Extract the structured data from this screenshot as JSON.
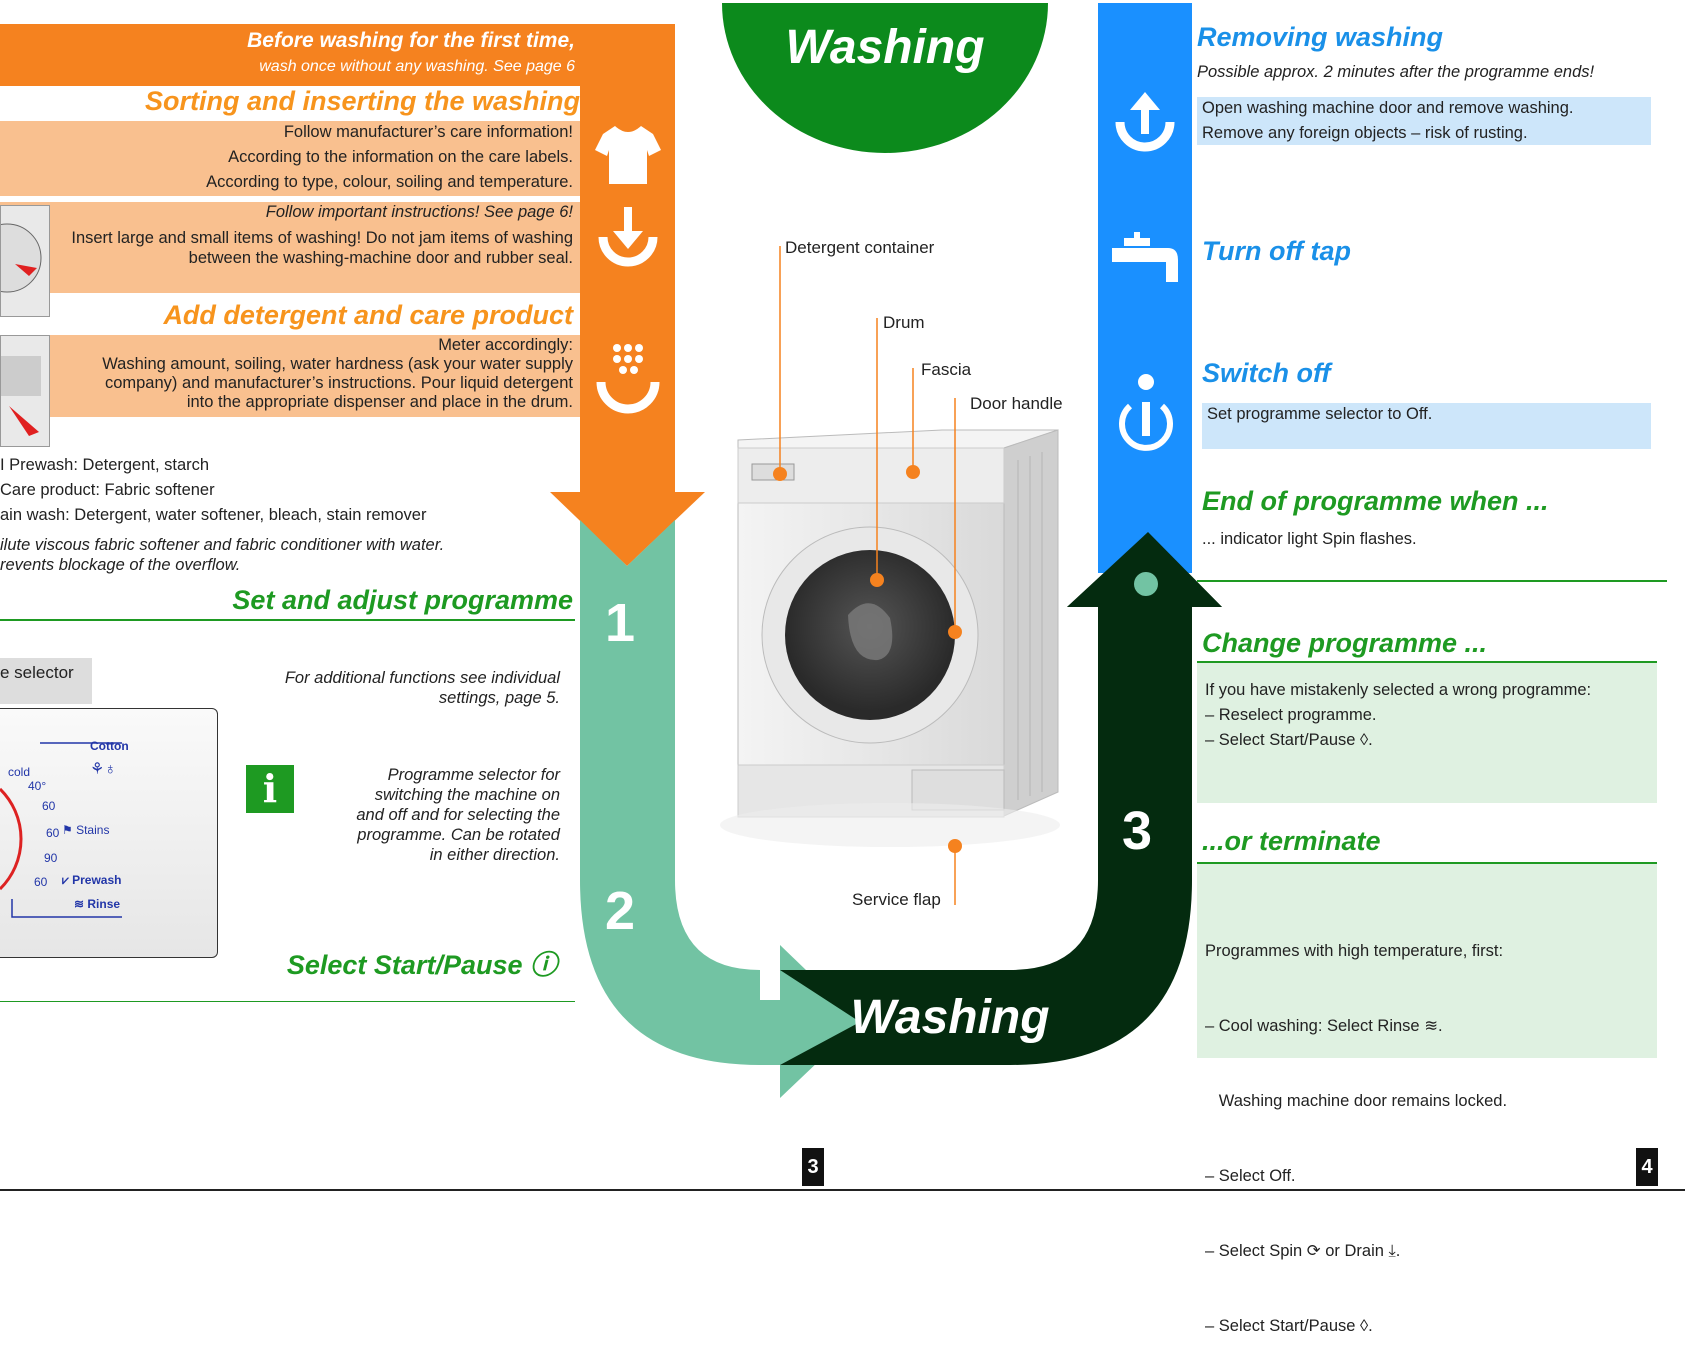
{
  "orange": {
    "before_l1": "Before washing for the first time,",
    "before_l2": "wash once without any washing. See page 6",
    "sorting_title": "Sorting and inserting the washing",
    "sorting_lines": [
      "Follow manufacturer’s care information!",
      "According to the information on the care labels.",
      "According to type, colour, soiling and temperature."
    ],
    "follow_note": "Follow important instructions! See page 6!",
    "insert_lines": [
      "Insert large and small items of washing! Do not jam items of washing",
      "between the washing-machine door and rubber seal."
    ],
    "detergent_title": "Add detergent and care product",
    "detergent_lines": [
      "Meter accordingly:",
      "Washing amount, soiling, water hardness (ask your water supply",
      "company) and manufacturer’s instructions. Pour liquid detergent",
      "into the appropriate dispenser and place in the drum."
    ]
  },
  "dispensers": [
    "I Prewash: Detergent, starch",
    "Care product: Fabric softener",
    "ain wash: Detergent, water softener, bleach, stain remover"
  ],
  "dilute_lines": [
    "ilute viscous fabric softener and fabric conditioner with water.",
    "revents blockage of the overflow."
  ],
  "set_title": "Set and adjust programme",
  "selector_tab": "e selector",
  "additional": [
    "For additional functions see individual",
    "settings, page 5."
  ],
  "programme_note": [
    "Programme selector for",
    "switching the machine on",
    "and off and for selecting the",
    "programme. Can be rotated",
    "in either direction."
  ],
  "select_start": "Select Start/Pause ⓘ",
  "dial": {
    "cotton": "Cotton",
    "cold": "cold",
    "t40": "40°",
    "t60a": "60",
    "t60b": "60",
    "stains": "Stains",
    "t90": "90",
    "t60c": "60",
    "prewash": "Prewash",
    "rinse": "Rinse"
  },
  "center": {
    "top_title": "Washing",
    "bottom_title": "Washing",
    "labels": {
      "detergent": "Detergent container",
      "drum": "Drum",
      "fascia": "Fascia",
      "door_handle": "Door handle",
      "service_flap": "Service flap"
    },
    "steps": [
      "1",
      "2",
      "3"
    ]
  },
  "right": {
    "removing_title": "Removing washing",
    "removing_sub": "Possible approx. 2 minutes after the programme ends!",
    "removing_lines": [
      "Open washing machine door and remove washing.",
      "Remove any foreign objects – risk of rusting."
    ],
    "tap_title": "Turn off tap",
    "switch_title": "Switch off",
    "switch_line": "Set programme selector to Off.",
    "end_title": "End of programme when ...",
    "end_line": "... indicator light Spin flashes.",
    "change_title": "Change programme ...",
    "change_lines": [
      "If you have mistakenly selected a wrong programme:",
      "– Reselect programme.",
      "– Select Start/Pause ◊."
    ],
    "terminate_title": "...or terminate",
    "terminate_lines": [
      "Programmes with high temperature, first:",
      "– Cool washing: Select Rinse ≋.",
      "   Washing machine door remains locked.",
      "– Select Off.",
      "– Select Spin ⟳ or Drain ⤓.",
      "– Select Start/Pause ◊."
    ]
  },
  "pages": [
    "3",
    "4"
  ],
  "colors": {
    "orange": "#f5821f",
    "light_green": "#72c3a3",
    "dark_green": "#042b0f",
    "blue": "#1a90ff",
    "green": "#1e9a22"
  }
}
